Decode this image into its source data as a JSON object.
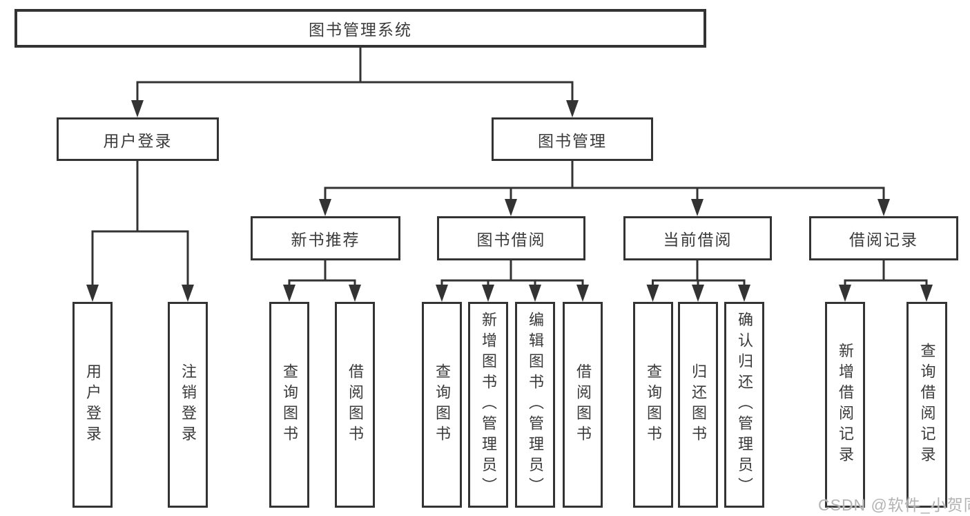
{
  "tree": {
    "label": "图书管理系统",
    "children": [
      {
        "label": "用户登录",
        "children": [
          {
            "label": "用户登录"
          },
          {
            "label": "注销登录"
          }
        ]
      },
      {
        "label": "图书管理",
        "children": [
          {
            "label": "新书推荐",
            "children": [
              {
                "label": "查询图书"
              },
              {
                "label": "借阅图书"
              }
            ]
          },
          {
            "label": "图书借阅",
            "children": [
              {
                "label": "查询图书"
              },
              {
                "label": "新增图书（管理员）"
              },
              {
                "label": "编辑图书（管理员）"
              },
              {
                "label": "借阅图书"
              }
            ]
          },
          {
            "label": "当前借阅",
            "children": [
              {
                "label": "查询图书"
              },
              {
                "label": "归还图书"
              },
              {
                "label": "确认归还（管理员）"
              }
            ]
          },
          {
            "label": "借阅记录",
            "children": [
              {
                "label": "新增借阅记录"
              },
              {
                "label": "查询借阅记录"
              }
            ]
          }
        ]
      }
    ]
  },
  "watermark": {
    "text": "CSDN @软件_小贺同学"
  },
  "colors": {
    "line": "#333333",
    "text": "#3a3a3a",
    "box_fill": "#ffffff",
    "background": "#ffffff",
    "watermark": "#b3b3b3"
  }
}
